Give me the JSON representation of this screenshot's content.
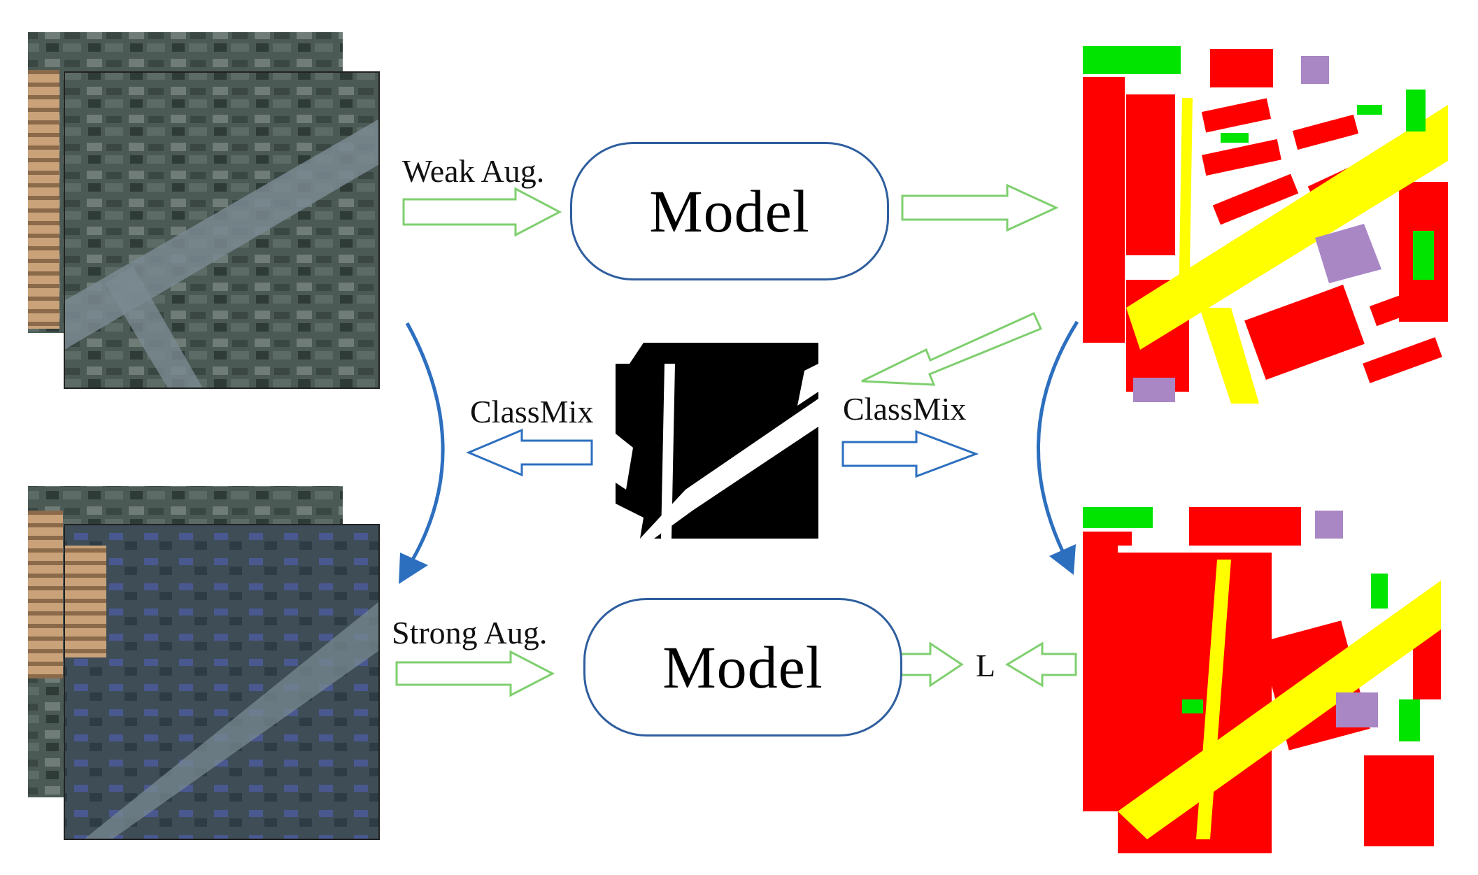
{
  "labels": {
    "weak_aug": "Weak Aug.",
    "strong_aug": "Strong Aug.",
    "classmix_left": "ClassMix",
    "classmix_right": "ClassMix",
    "model_top": "Model",
    "model_bottom": "Model",
    "loss": "L"
  },
  "colors": {
    "green_arrow": "#7fcf6f",
    "blue_arrow": "#2d6fbf",
    "model_border": "#2e5e9e",
    "seg_building": "#ff0000",
    "seg_road": "#ffff00",
    "seg_vegetation": "#00e400",
    "seg_other": "#a986c4",
    "seg_background": "#ffffff",
    "mask_fg": "#000000"
  }
}
